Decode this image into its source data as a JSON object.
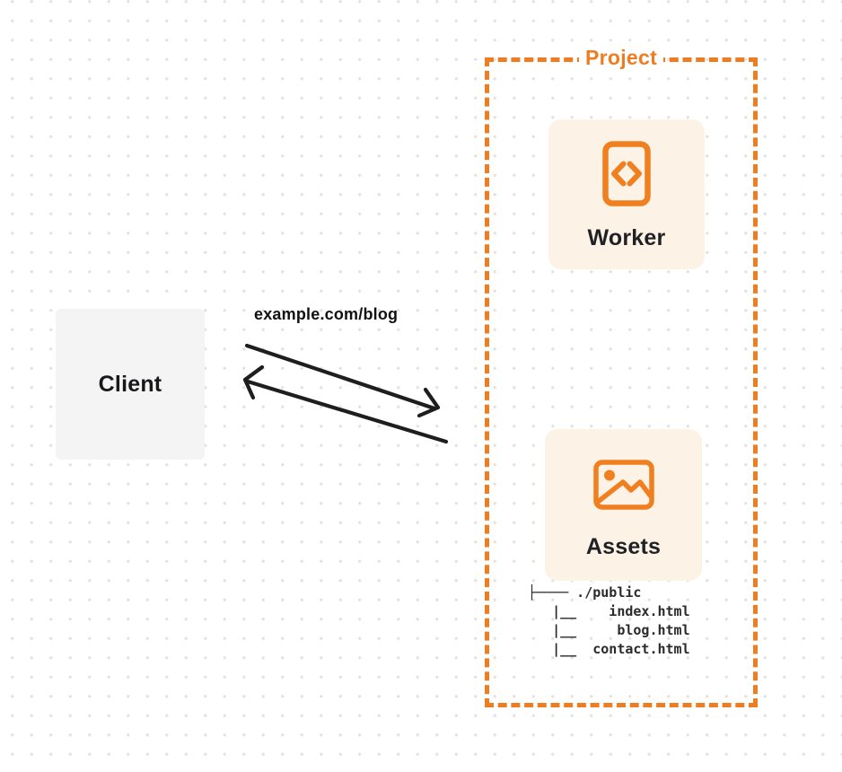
{
  "diagram": {
    "client": {
      "label": "Client"
    },
    "request": {
      "url_label": "example.com/blog"
    },
    "project": {
      "label": "Project",
      "worker": {
        "label": "Worker",
        "icon": "code-file-icon"
      },
      "assets": {
        "label": "Assets",
        "icon": "image-icon",
        "file_tree_text": "├──── ./public\n   |__    index.html\n   |__     blog.html\n   |__  contact.html",
        "files": [
          "./public",
          "index.html",
          "blog.html",
          "contact.html"
        ]
      }
    },
    "colors": {
      "accent_orange": "#ee7d22",
      "icon_orange": "#f0801f",
      "node_background": "#fcf2e6",
      "client_background": "#f4f4f5",
      "arrow_color": "#1e1e1e",
      "text_dark": "#18181b",
      "dot_grid": "#e3e3e3"
    }
  }
}
